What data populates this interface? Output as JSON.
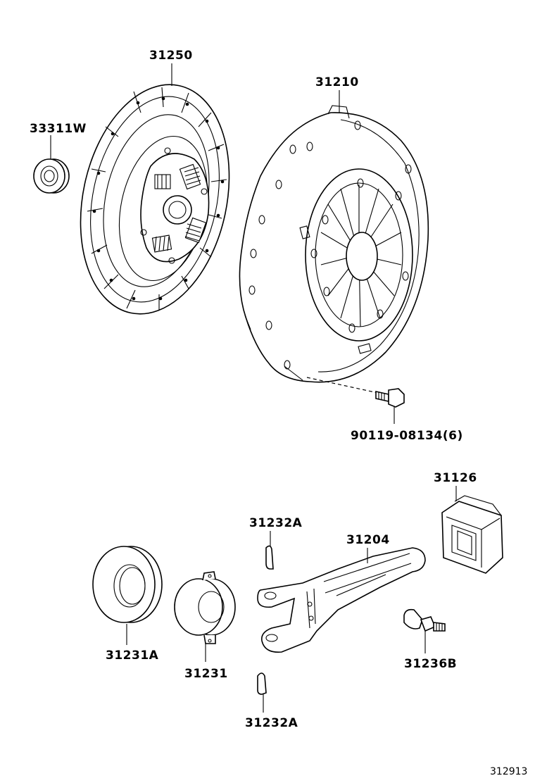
{
  "parts": {
    "clutch_disc": "31250",
    "pilot_bearing": "33311W",
    "clutch_cover": "31210",
    "cover_bolt": "90119-08134(6)",
    "boot": "31126",
    "release_fork_clip_top": "31232A",
    "release_fork": "31204",
    "bearing_hub_clip": "31231A",
    "release_bearing_hub": "31231",
    "fork_support_pivot": "31236B",
    "release_fork_clip_bottom": "31232A"
  },
  "figure_number": "312913"
}
